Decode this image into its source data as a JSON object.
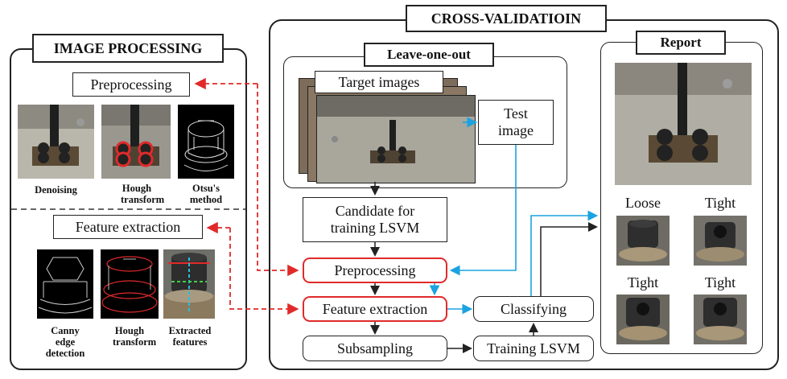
{
  "image_processing": {
    "title": "IMAGE PROCESSING",
    "preprocessing_label": "Preprocessing",
    "feature_extraction_label": "Feature extraction",
    "captions": {
      "denoising": "Denoising",
      "hough_transform": "Hough transform",
      "otsu": "Otsu's method",
      "canny": "Canny edge detection",
      "hough_transform_2": "Hough transform",
      "extracted_features": "Extracted features"
    }
  },
  "cross_validation": {
    "title": "CROSS-VALIDATIOIN",
    "leave_one_out": {
      "title": "Leave-one-out",
      "target_images": "Target images",
      "test_image_line1": "Test",
      "test_image_line2": "image"
    },
    "candidate_line1": "Candidate for",
    "candidate_line2": "training LSVM",
    "preprocessing": "Preprocessing",
    "feature_extraction": "Feature extraction",
    "subsampling": "Subsampling",
    "classifying": "Classifying",
    "training_lsvm": "Training LSVM",
    "report": {
      "title": "Report",
      "labels": [
        "Loose",
        "Tight",
        "Tight",
        "Tight"
      ]
    }
  },
  "colors": {
    "red_highlight": "#e02a2a",
    "blue_arrow": "#1aa3e0",
    "black": "#222222"
  }
}
